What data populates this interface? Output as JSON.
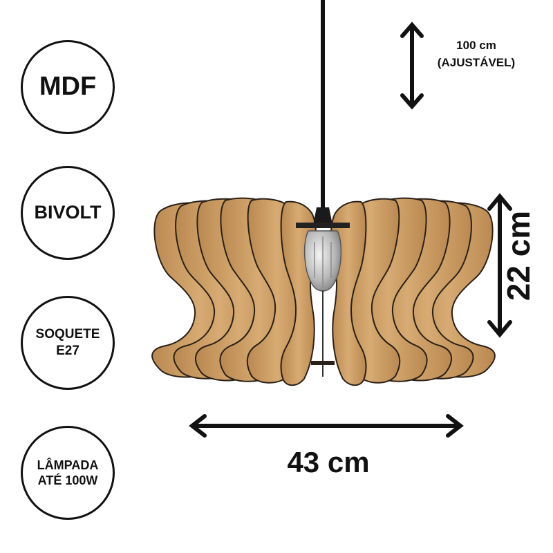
{
  "badges": {
    "material": "MDF",
    "voltage": "BIVOLT",
    "socket": "SOQUETE\nE27",
    "lamp": "LÂMPADA\nATÉ 100W"
  },
  "dimensions": {
    "cable": "100 cm\n(AJUSTÁVEL)",
    "height": "22 cm",
    "width": "43 cm"
  },
  "colors": {
    "wood": "#c99a63",
    "wood_edge": "#2a2017",
    "ink": "#111111"
  }
}
